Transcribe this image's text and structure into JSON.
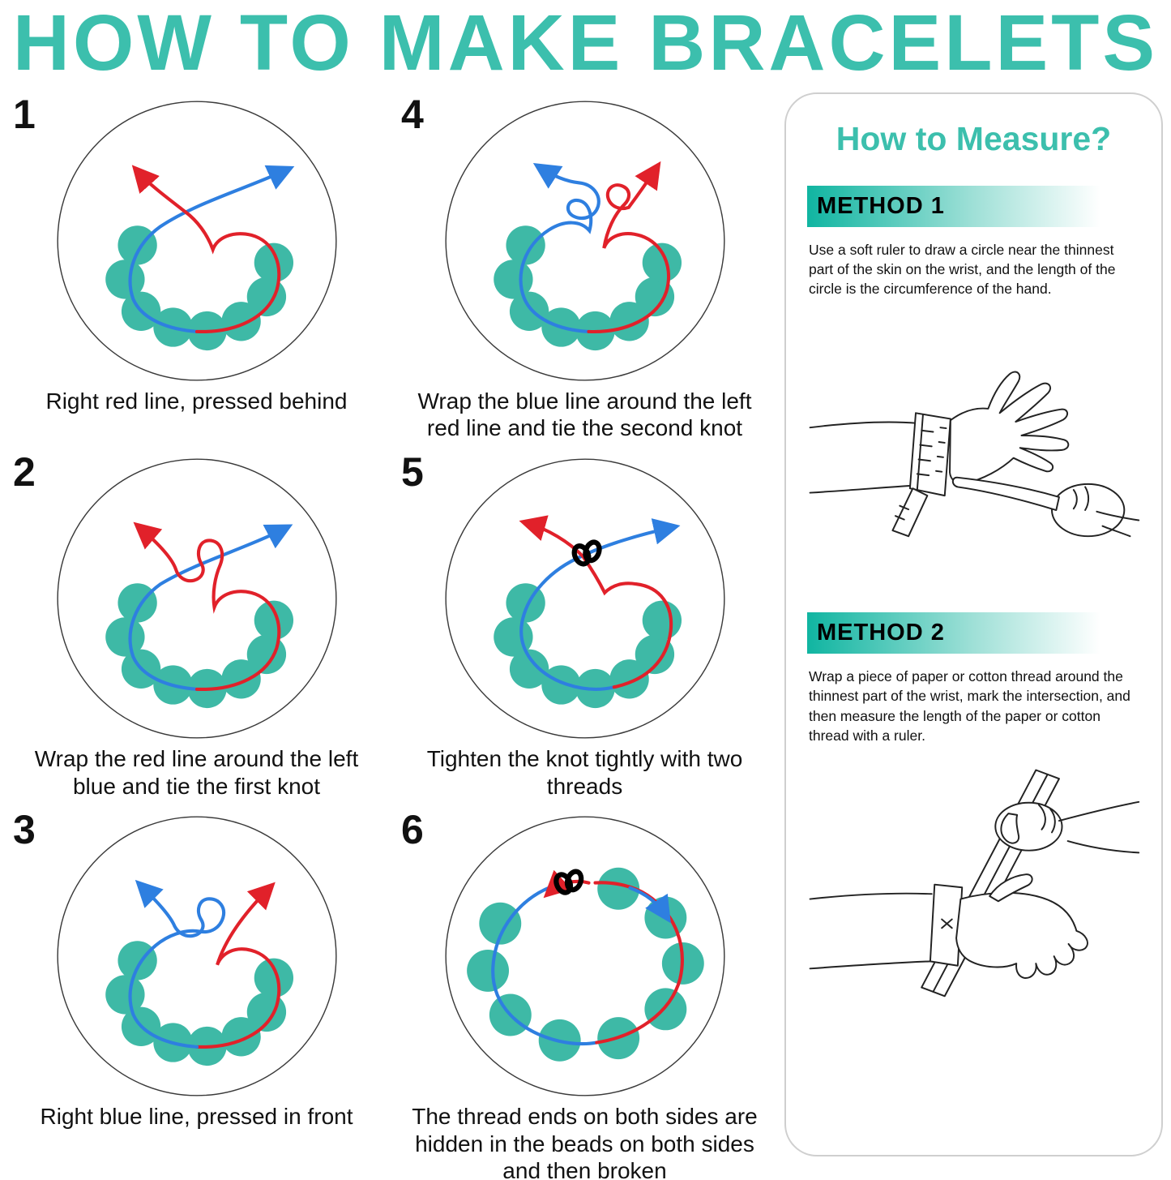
{
  "title": "HOW TO MAKE BRACELETS",
  "colors": {
    "accent": "#3CBFAD",
    "bead": "#3EB9A6",
    "red": "#E1212A",
    "blue": "#2E7FE0"
  },
  "steps": [
    {
      "number": "1",
      "caption": "Right red line, pressed behind"
    },
    {
      "number": "2",
      "caption": "Wrap the red line around the left blue and tie the first knot"
    },
    {
      "number": "3",
      "caption": "Right blue line, pressed in front"
    },
    {
      "number": "4",
      "caption": "Wrap the blue line around the left red line and tie the second knot"
    },
    {
      "number": "5",
      "caption": "Tighten the knot tightly with two threads"
    },
    {
      "number": "6",
      "caption": "The thread ends on both sides are hidden in the beads on both sides and then broken"
    }
  ],
  "measure": {
    "title": "How to Measure?",
    "methods": [
      {
        "label": "METHOD 1",
        "text": "Use a soft ruler to draw a circle near the thinnest part of the skin on the wrist, and the length of the circle is the circumference of the hand."
      },
      {
        "label": "METHOD 2",
        "text": "Wrap a piece of paper or cotton thread around the thinnest part of the wrist, mark the intersection, and then measure the length of the paper or cotton thread with a ruler."
      }
    ]
  }
}
